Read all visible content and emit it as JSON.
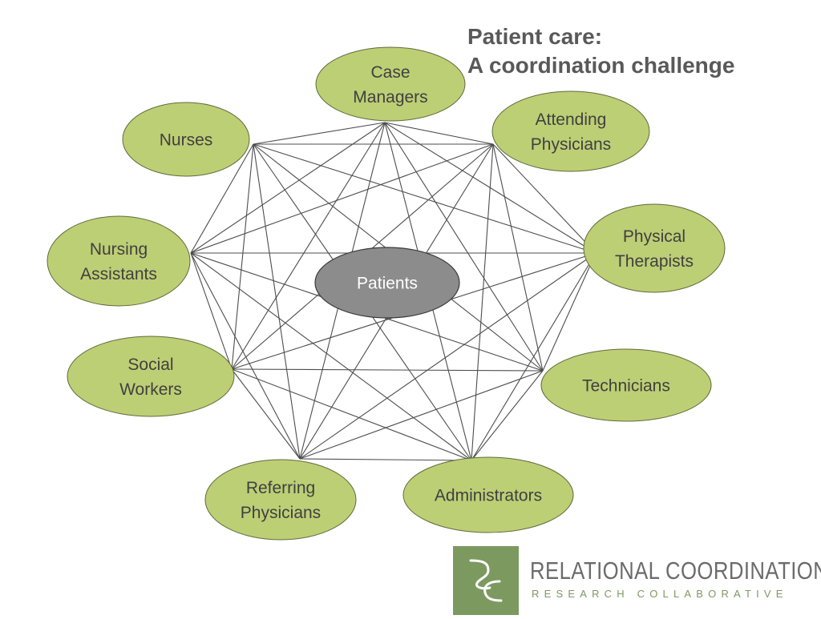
{
  "title": {
    "line1": "Patient care:",
    "line2": "A coordination challenge"
  },
  "center": {
    "label": "Patients"
  },
  "roles": [
    {
      "id": "case-managers",
      "lines": [
        "Case",
        "Managers"
      ]
    },
    {
      "id": "attending-physicians",
      "lines": [
        "Attending",
        "Physicians"
      ]
    },
    {
      "id": "physical-therapists",
      "lines": [
        "Physical",
        "Therapists"
      ]
    },
    {
      "id": "technicians",
      "lines": [
        "Technicians"
      ]
    },
    {
      "id": "administrators",
      "lines": [
        "Administrators"
      ]
    },
    {
      "id": "referring-physicians",
      "lines": [
        "Referring",
        "Physicians"
      ]
    },
    {
      "id": "social-workers",
      "lines": [
        "Social",
        "Workers"
      ]
    },
    {
      "id": "nursing-assistants",
      "lines": [
        "Nursing",
        "Assistants"
      ]
    },
    {
      "id": "nurses",
      "lines": [
        "Nurses"
      ]
    }
  ],
  "logo": {
    "name": "RELATIONAL COORDINATION",
    "subtitle": "RESEARCH COLLABORATIVE"
  },
  "colors": {
    "role_fill": "#bccf75",
    "role_stroke": "#5f6b3c",
    "center_fill": "#8c8c8c",
    "center_text": "#ffffff",
    "line": "#4d4d4d",
    "text": "#404040",
    "logo_green": "#7c9960"
  }
}
